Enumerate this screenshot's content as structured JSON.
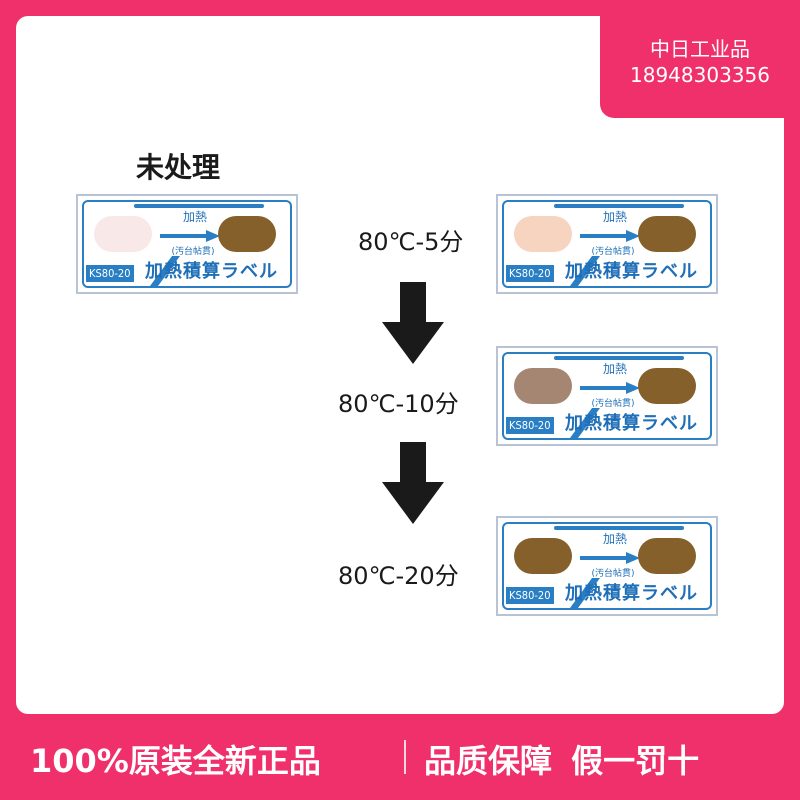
{
  "contact": {
    "company": "中日工业品",
    "phone": "18948303356"
  },
  "untreated": {
    "title": "未处理"
  },
  "label_text": {
    "heat": "加熱",
    "sub": "(汚台帖貫)",
    "model": "KS80-20",
    "brand": "加熱積算ラベル"
  },
  "conditions": [
    {
      "text": "80℃-5分",
      "spot_color": "#f6d4c0"
    },
    {
      "text": "80℃-10分",
      "spot_color": "#a48672"
    },
    {
      "text": "80℃-20分",
      "spot_color": "#86602a"
    }
  ],
  "untreated_spot_color": "#f8e8e8",
  "footer": {
    "left": "100%原装全新正品",
    "right": "品质保障 假一罚十"
  },
  "colors": {
    "accent": "#f0306a",
    "label_blue": "#2a7fc4",
    "indicator_brown": "#86602a"
  }
}
